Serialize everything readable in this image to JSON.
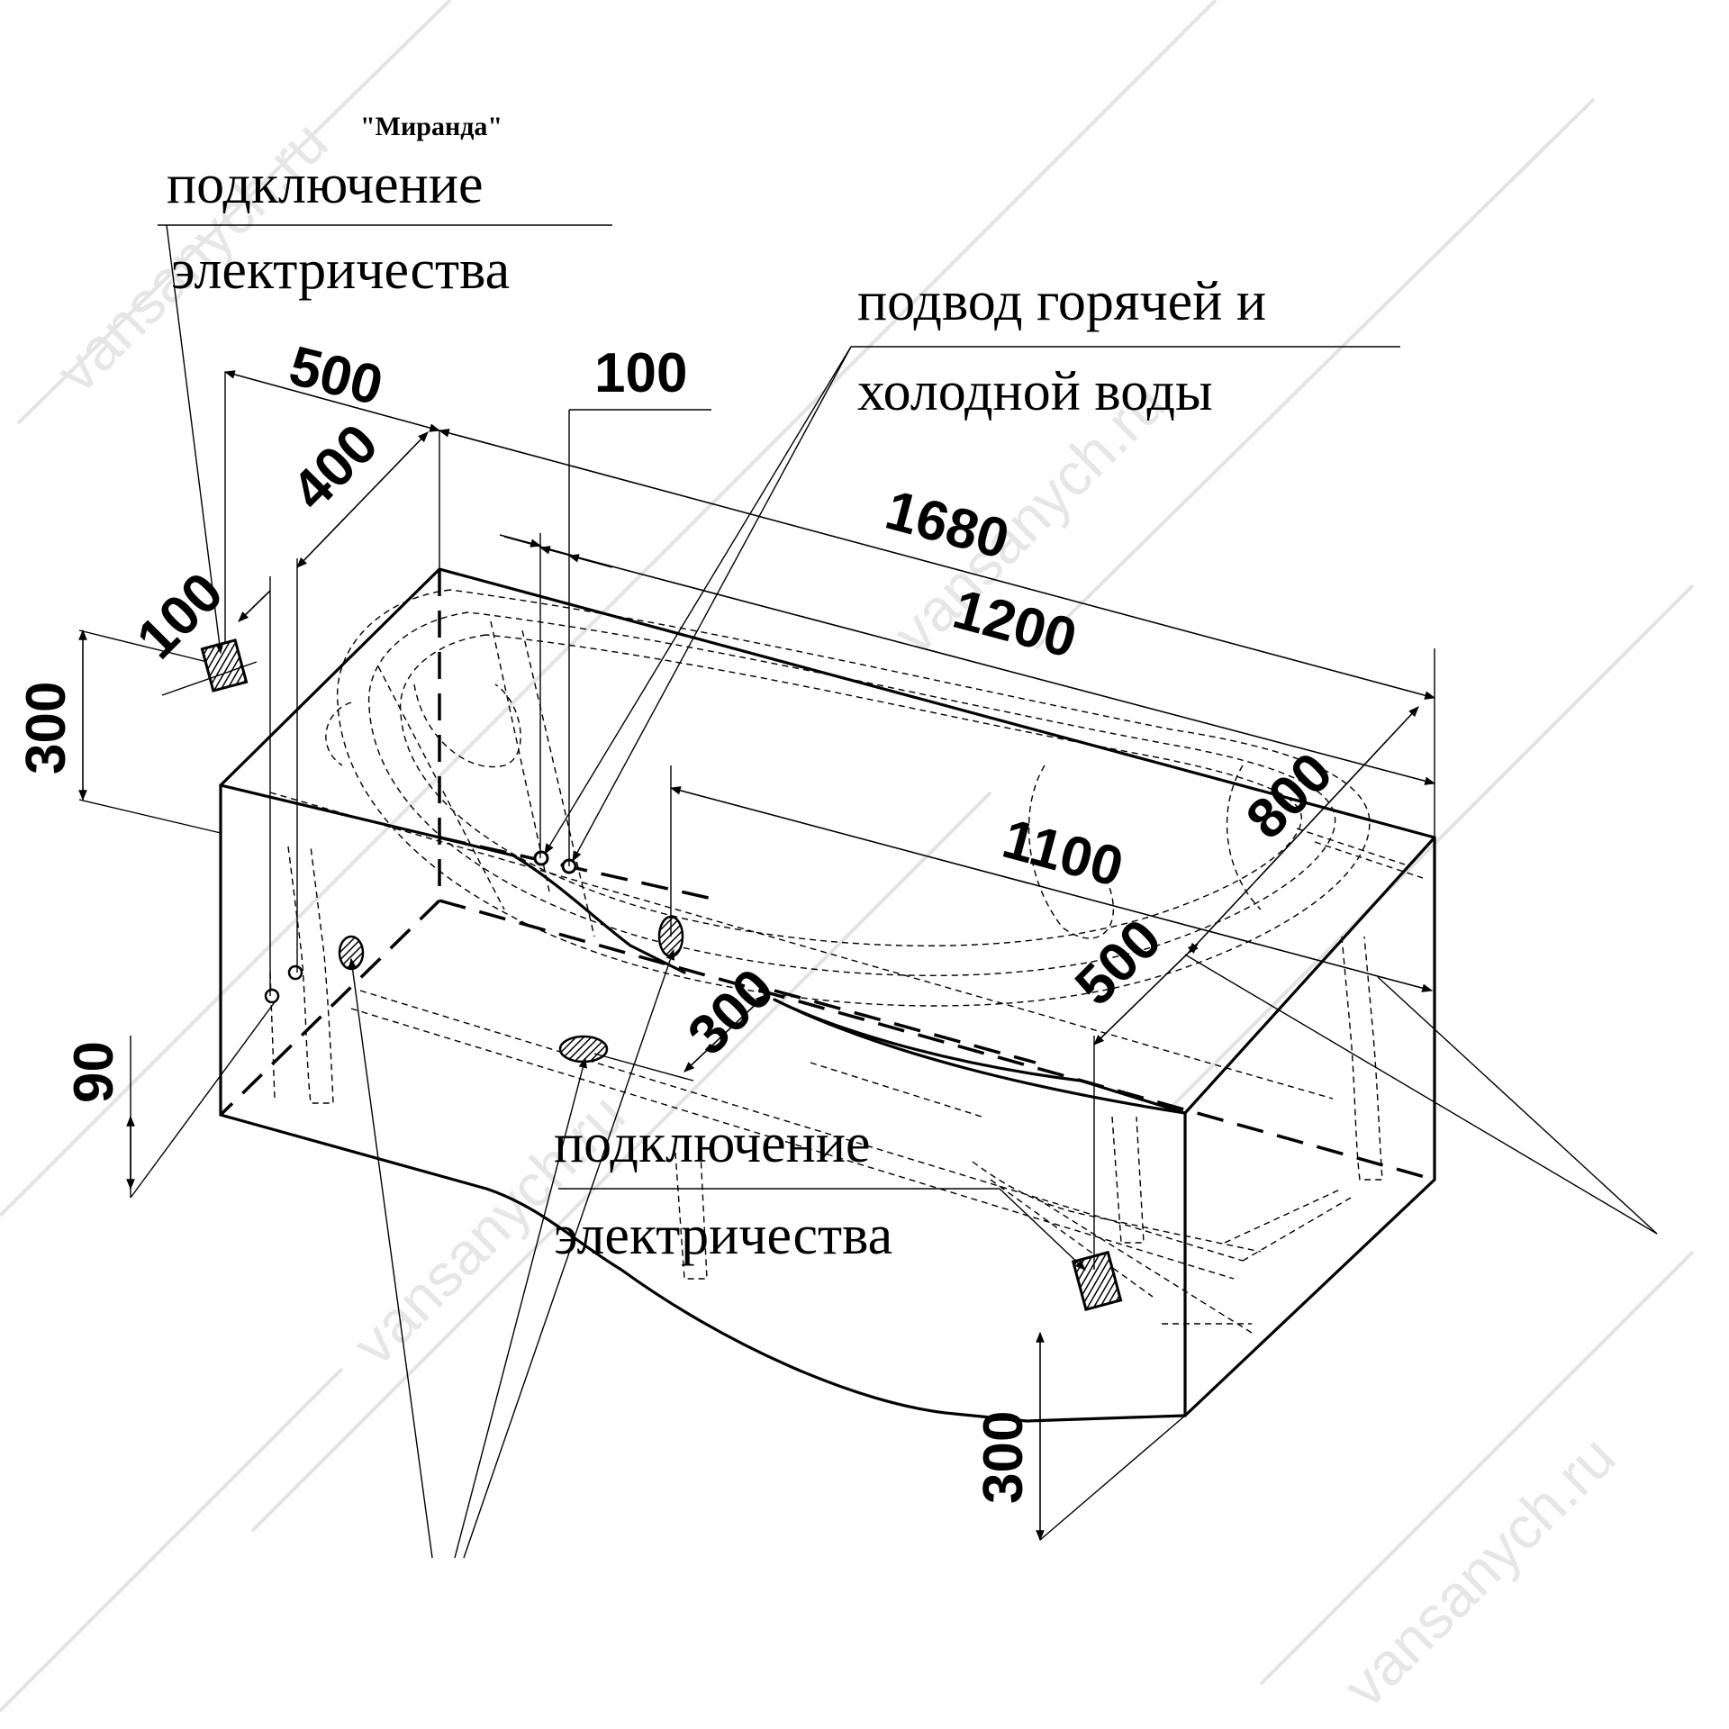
{
  "title": "\"Миранда\"",
  "labels": {
    "electric_top_1": "подключение",
    "electric_top_2": "электричества",
    "water_1": "подвод горячей и",
    "water_2": "холодной воды",
    "electric_bottom_1": "подключение",
    "electric_bottom_2": "электричества"
  },
  "dimensions": {
    "d500_top": "500",
    "d400": "400",
    "d100_left": "100",
    "d100_top": "100",
    "d300_left": "300",
    "d1680": "1680",
    "d1200": "1200",
    "d800": "800",
    "d1100": "1100",
    "d500_right": "500",
    "d300_mid": "300",
    "d90": "90",
    "d300_bottom": "300"
  },
  "watermark": "vansanych.ru",
  "colors": {
    "line": "#000000",
    "watermark": "#e6e6e6",
    "background": "#ffffff"
  }
}
